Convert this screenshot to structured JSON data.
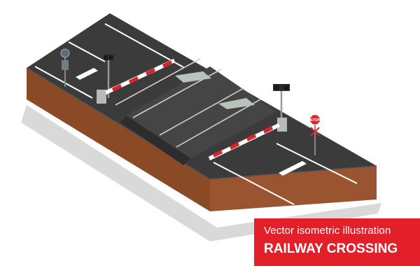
{
  "banner": {
    "subtitle": "Vector isometric illustration",
    "title": "RAILWAY CROSSING"
  },
  "stop_sign": {
    "text": "STOP"
  },
  "colors": {
    "banner": "#e3202a",
    "asphalt": "#3a3a3a",
    "soil": "#8a4a26",
    "barrier_red": "#d7262e"
  },
  "icons": [
    "traffic-signal-icon",
    "stop-sign-icon",
    "railroad-crossbuck-icon",
    "road-sign-icon"
  ]
}
